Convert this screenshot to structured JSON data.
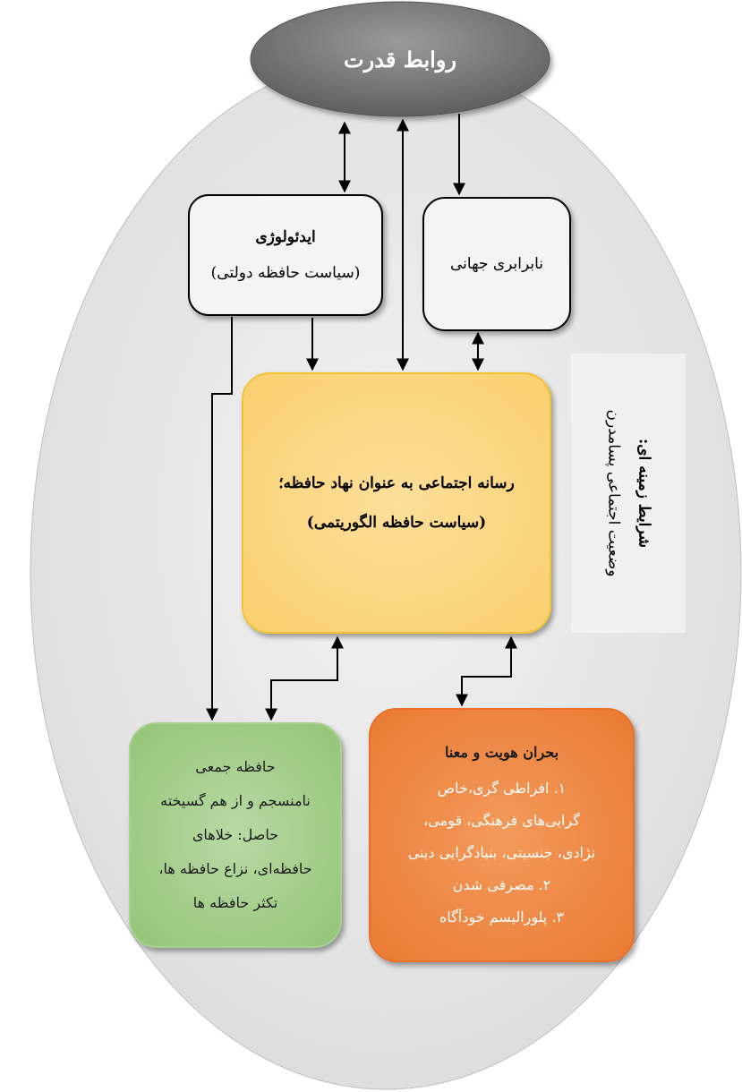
{
  "diagram": {
    "top_node": {
      "label": "روابط قدرت"
    },
    "ideology_box": {
      "title": "ایدئولوژی",
      "subtitle": "(سیاست حافظه دولتی)"
    },
    "inequality_box": {
      "label": "نابرابری جهانی"
    },
    "media_box": {
      "line1": "رسانه اجتماعی به عنوان نهاد حافظه؛",
      "line2": "(سیاست حافظه الگوریتمی)"
    },
    "collective_box": {
      "lines": [
        "حافظه جمعی",
        "نامنسجم و از هم گسیخته",
        "حاصل: خلاهای",
        "حافظه‌ای، نزاع حافظه ها،",
        "تکثر حافظه ها"
      ]
    },
    "crisis_box": {
      "title": "بحران هویت و معنا",
      "lines": [
        "۱. افراطی گری،خاص",
        "گرایی‌های فرهنگی، قومی،",
        "نژادی، جنسیتی، بنیادگرایی دینی",
        "۲. مصرفی شدن",
        "۳. پلورالیسم خودآگاه"
      ]
    },
    "context_panel": {
      "title": "شرایط زمینه ای:",
      "subtitle": "وضعیت اجتماعی پسامدرن"
    },
    "colors": {
      "outer_ellipse": "#e6e6e6",
      "top_node": "#7a7a7a",
      "white_box": "#f4f4f4",
      "media_box": "#fcd788",
      "collective_box": "#a7cf8f",
      "crisis_box": "#f08a48"
    }
  }
}
